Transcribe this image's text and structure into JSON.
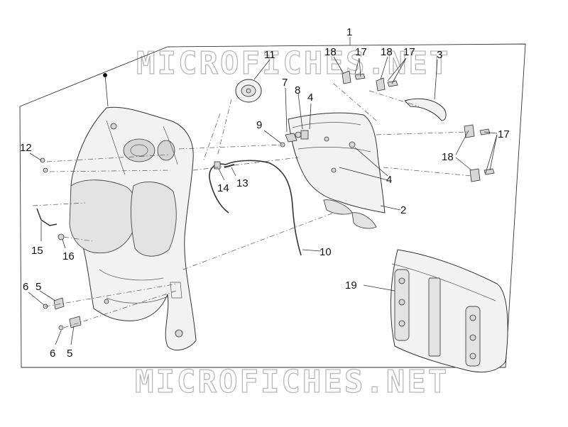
{
  "diagram": {
    "watermark_top": "MICROFICHES.NET",
    "watermark_bottom": "MICROFICHES.NET",
    "labels": [
      {
        "id": "1",
        "text": "1"
      },
      {
        "id": "2",
        "text": "2"
      },
      {
        "id": "3",
        "text": "3"
      },
      {
        "id": "4a",
        "text": "4"
      },
      {
        "id": "4b",
        "text": "4"
      },
      {
        "id": "5a",
        "text": "5"
      },
      {
        "id": "5b",
        "text": "5"
      },
      {
        "id": "6a",
        "text": "6"
      },
      {
        "id": "6b",
        "text": "6"
      },
      {
        "id": "7",
        "text": "7"
      },
      {
        "id": "8",
        "text": "8"
      },
      {
        "id": "9",
        "text": "9"
      },
      {
        "id": "10",
        "text": "10"
      },
      {
        "id": "11",
        "text": "11"
      },
      {
        "id": "12",
        "text": "12"
      },
      {
        "id": "13",
        "text": "13"
      },
      {
        "id": "14",
        "text": "14"
      },
      {
        "id": "15",
        "text": "15"
      },
      {
        "id": "16",
        "text": "16"
      },
      {
        "id": "17a",
        "text": "17"
      },
      {
        "id": "17b",
        "text": "17"
      },
      {
        "id": "17c",
        "text": "17"
      },
      {
        "id": "18a",
        "text": "18"
      },
      {
        "id": "18b",
        "text": "18"
      },
      {
        "id": "18c",
        "text": "18"
      },
      {
        "id": "19",
        "text": "19"
      }
    ]
  }
}
